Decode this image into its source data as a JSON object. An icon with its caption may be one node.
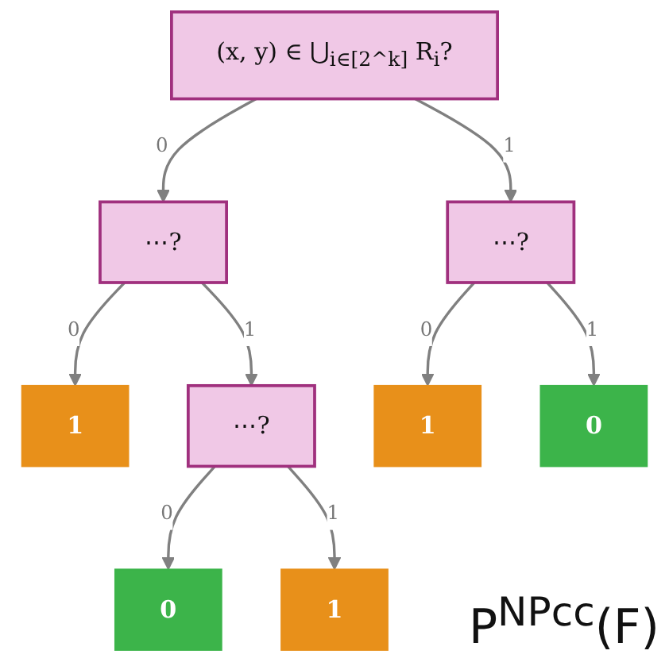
{
  "diagram": {
    "nodes": [
      {
        "text": [
          "(x, y) ∈ ⋃$_{i∈[2^k]}$ R$_{i}$?"
        ]
      },
      {
        "text": [
          "⋯?"
        ]
      },
      {
        "text": [
          "⋯?"
        ]
      },
      {
        "text": [
          "1"
        ]
      },
      {
        "text": [
          "⋯?"
        ]
      },
      {
        "text": [
          "1"
        ]
      },
      {
        "text": [
          "0"
        ]
      },
      {
        "text": [
          "0"
        ]
      },
      {
        "text": [
          "1"
        ]
      }
    ],
    "edges": [
      {
        "from": 0,
        "to": 1,
        "arrow": "to",
        "label": "0"
      },
      {
        "from": 0,
        "to": 2,
        "arrow": "to",
        "label": "1"
      },
      {
        "from": 1,
        "to": 3,
        "arrow": "to",
        "label": "0"
      },
      {
        "from": 1,
        "to": 4,
        "arrow": "to",
        "label": "1"
      },
      {
        "from": 2,
        "to": 5,
        "arrow": "to",
        "label": "0"
      },
      {
        "from": 2,
        "to": 6,
        "arrow": "to",
        "label": "1"
      },
      {
        "from": 4,
        "to": 7,
        "arrow": "to",
        "label": "0"
      },
      {
        "from": 4,
        "to": 8,
        "arrow": "to",
        "label": "1"
      }
    ],
    "labels": [
      "P$^{NPcc}$(F)"
    ]
  }
}
